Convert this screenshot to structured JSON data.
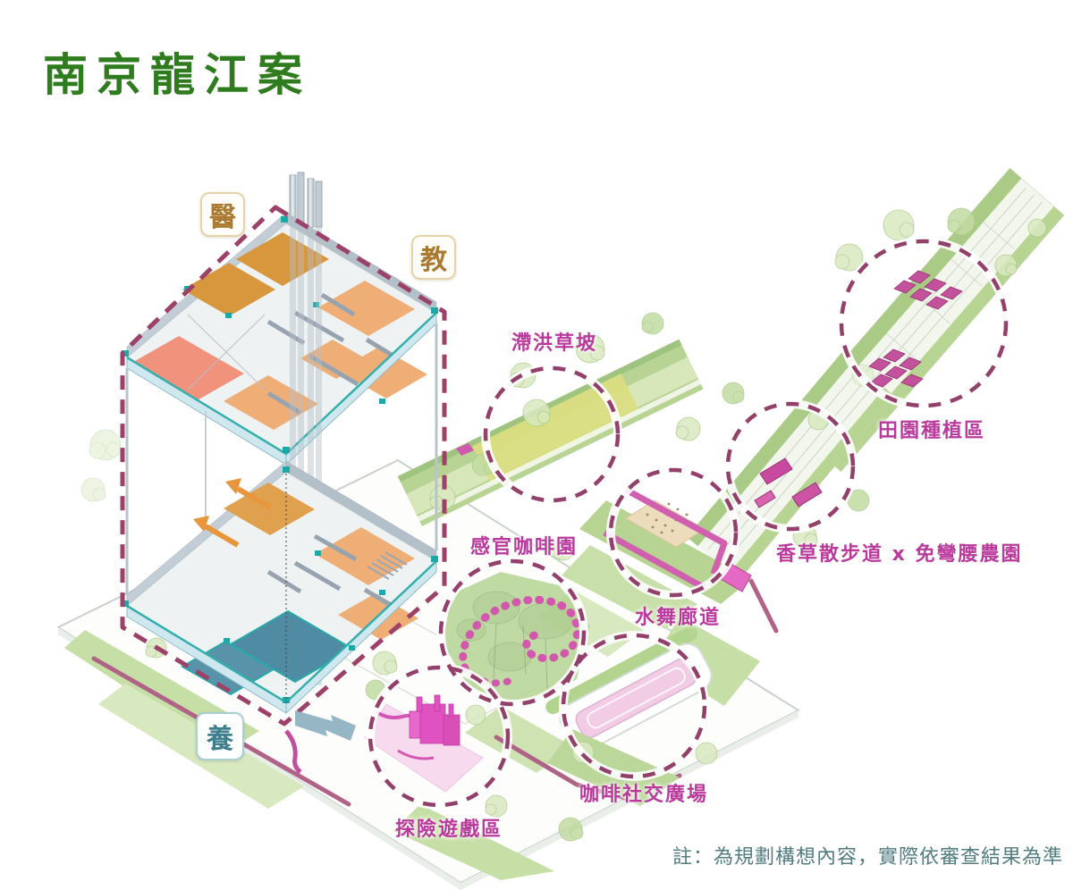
{
  "title": "南京龍江案",
  "badges": [
    {
      "id": "medical",
      "label": "醫"
    },
    {
      "id": "education",
      "label": "教"
    },
    {
      "id": "care",
      "label": "養"
    }
  ],
  "features": {
    "flood_slope": "滯洪草坡",
    "garden_planting": "田園種植區",
    "herb_path": "香草散步道 x 免彎腰農園",
    "sensory_coffee": "感官咖啡園",
    "water_corridor": "水舞廊道",
    "coffee_plaza": "咖啡社交廣場",
    "adventure_play": "探險遊戲區"
  },
  "note": "註：為規劃構想內容，實際依審查結果為準",
  "colors": {
    "title_green": "#2f7c1e",
    "label_magenta": "#b93a9c",
    "dash_plum": "#9c4168",
    "badge_brown": "#ab7a30",
    "badge_teal": "#3e7e8e",
    "note_teal": "#527d80",
    "floor_orange": "#f0ae77",
    "floor_teal": "#4f8ba3",
    "accent_teal": "#1ba8a6",
    "playground_pink": "#e052c2"
  }
}
